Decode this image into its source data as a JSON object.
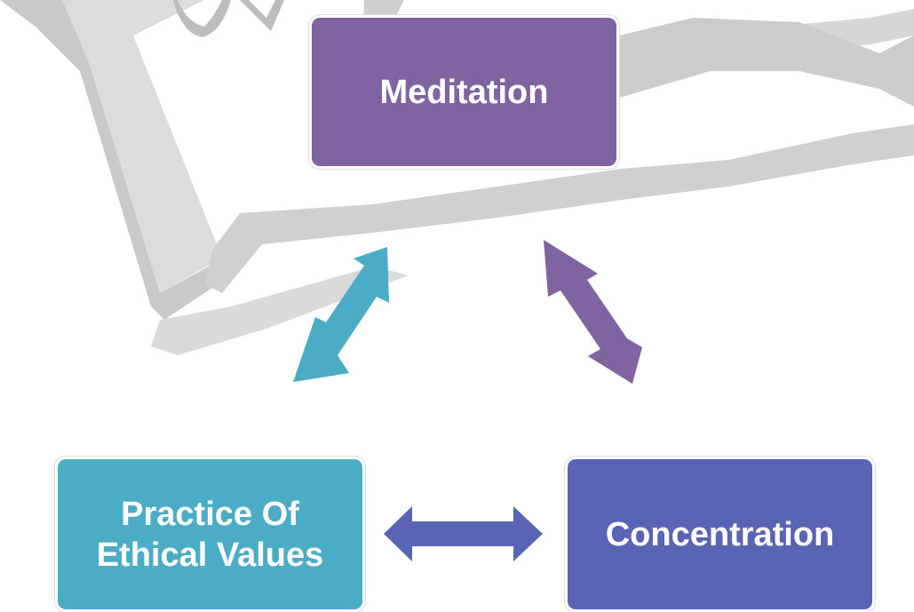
{
  "colors": {
    "meditation": "#8064A2",
    "ethics": "#4BACC6",
    "concentration": "#5A64B4",
    "arrow_left": "#4BACC6",
    "arrow_right": "#8064A2",
    "arrow_bottom": "#5A64B4",
    "background_sketch": "#d3d3d3"
  },
  "nodes": {
    "meditation": "Meditation",
    "ethics": "Practice Of\nEthical Values",
    "concentration": "Concentration"
  },
  "arrows": [
    {
      "from": "Practice Of Ethical Values",
      "to": "Meditation",
      "direction": "bidirectional"
    },
    {
      "from": "Meditation",
      "to": "Concentration",
      "direction": "bidirectional"
    },
    {
      "from": "Practice Of Ethical Values",
      "to": "Concentration",
      "direction": "bidirectional"
    }
  ]
}
